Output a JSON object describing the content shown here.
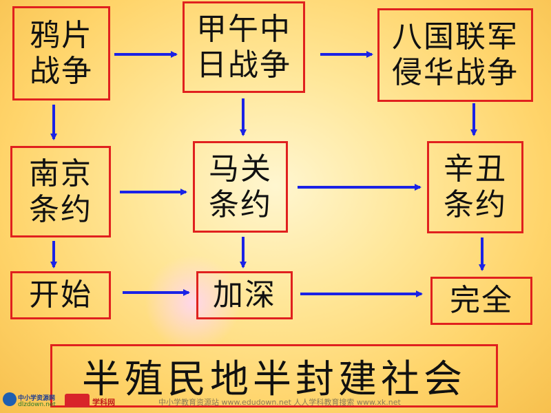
{
  "colors": {
    "box_border": "#e0201e",
    "arrow": "#1a22e6",
    "text": "#111111"
  },
  "boxes": {
    "opium_war": "鸦片\n战争",
    "sino_japanese_war": "甲午中\n日战争",
    "eight_nation_war": "八国联军\n侵华战争",
    "nanjing_treaty": "南京\n条约",
    "shimonoseki_treaty": "马关\n条约",
    "boxer_protocol": "辛丑\n条约",
    "begin": "开始",
    "deepen": "加深",
    "complete": "完全"
  },
  "conclusion": "半殖民地半封建社会",
  "footer": {
    "logo_left_top": "中小学资源网",
    "logo_left_bottom": "dlzdown.net",
    "logo_right": "学科网",
    "watermark": "中小学教育资源站 www.edudown.net    人人学科教育搜索 www.xk.net"
  }
}
